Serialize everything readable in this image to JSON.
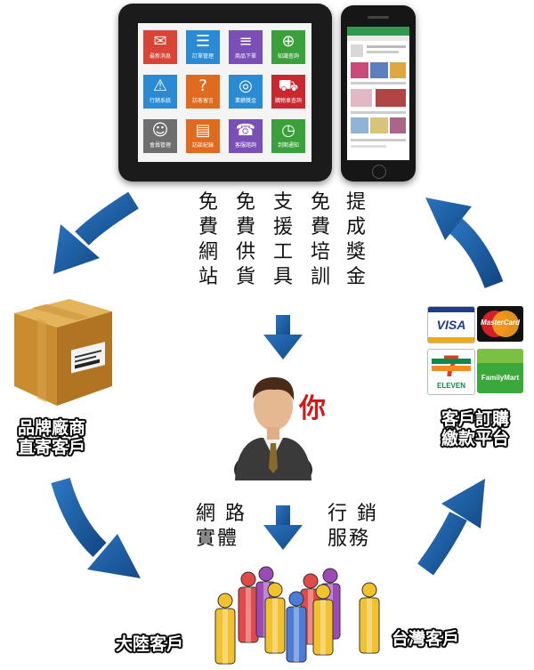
{
  "tablet": {
    "tiles": [
      {
        "label": "最新消息",
        "color": "#d94436",
        "icon": "mail-icon",
        "glyph": "✉"
      },
      {
        "label": "訂單管理",
        "color": "#2a8bd4",
        "icon": "receipt-icon",
        "glyph": "☰"
      },
      {
        "label": "商品下單",
        "color": "#7b4fb8",
        "icon": "list-icon",
        "glyph": "≡"
      },
      {
        "label": "知識查詢",
        "color": "#3aa13a",
        "icon": "zoom-icon",
        "glyph": "⊕"
      },
      {
        "label": "行銷系統",
        "color": "#2a8bd4",
        "icon": "alert-icon",
        "glyph": "⚠"
      },
      {
        "label": "訪客留言",
        "color": "#e06a1e",
        "icon": "question-icon",
        "glyph": "?"
      },
      {
        "label": "業績獎金",
        "color": "#2a8bd4",
        "icon": "coins-icon",
        "glyph": "◎"
      },
      {
        "label": "購物車查詢",
        "color": "#c8282e",
        "icon": "cart-icon",
        "glyph": "⛟"
      },
      {
        "label": "會員管理",
        "color": "#6e6e6e",
        "icon": "user-icon",
        "glyph": "☺"
      },
      {
        "label": "訪談紀錄",
        "color": "#e06a1e",
        "icon": "notebook-icon",
        "glyph": "▤"
      },
      {
        "label": "客服諮詢",
        "color": "#7b4fb8",
        "icon": "phone-icon",
        "glyph": "☎"
      },
      {
        "label": "到期通知",
        "color": "#3aa13a",
        "icon": "clock-icon",
        "glyph": "◷"
      }
    ]
  },
  "benefits": [
    {
      "chars": [
        "免",
        "費",
        "網",
        "站"
      ]
    },
    {
      "chars": [
        "免",
        "費",
        "供",
        "貨"
      ]
    },
    {
      "chars": [
        "支",
        "援",
        "工",
        "具"
      ]
    },
    {
      "chars": [
        "免",
        "費",
        "培",
        "訓"
      ]
    },
    {
      "chars": [
        "提",
        "成",
        "獎",
        "金"
      ]
    }
  ],
  "labels": {
    "brand_shipping_line1": "品牌廠商",
    "brand_shipping_line2": "直寄客戶",
    "order_payment_line1": "客戶訂購",
    "order_payment_line2": "繳款平台",
    "you": "你",
    "online_offline_line1": "網 路",
    "online_offline_line2": "實體",
    "marketing_line1": "行 銷",
    "marketing_line2": "服務",
    "mainland_customers": "大陸客戶",
    "taiwan_customers": "台灣客戶"
  },
  "payment": {
    "visa": "VISA",
    "mastercard": "MasterCard",
    "seven_eleven": "ELEVEN",
    "seven_number": "7",
    "familymart": "FamilyMart"
  },
  "colors": {
    "arrow": "#1a5a9c",
    "you": "#d21818"
  }
}
